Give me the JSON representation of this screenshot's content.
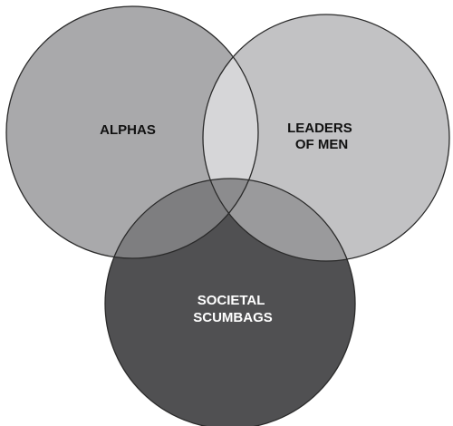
{
  "diagram": {
    "sets": [
      {
        "id": "alphas",
        "lines": [
          "ALPHAS"
        ],
        "fill": "#a9a9ab",
        "text_color": "#111111"
      },
      {
        "id": "leaders",
        "lines": [
          "LEADERS",
          "OF MEN"
        ],
        "fill": "#c2c2c4",
        "text_color": "#111111"
      },
      {
        "id": "scumbags",
        "lines": [
          "SOCIETAL",
          "SCUMBAGS"
        ],
        "fill": "#505052",
        "text_color": "#ffffff"
      }
    ],
    "intersections": {
      "alphas_leaders": "#d6d6d8",
      "alphas_scumbags": "#7e7e80",
      "leaders_scumbags": "#9a9a9c",
      "all": "#8c8c8e"
    },
    "stroke": "#2a2a2a",
    "background": "#ffffff"
  }
}
